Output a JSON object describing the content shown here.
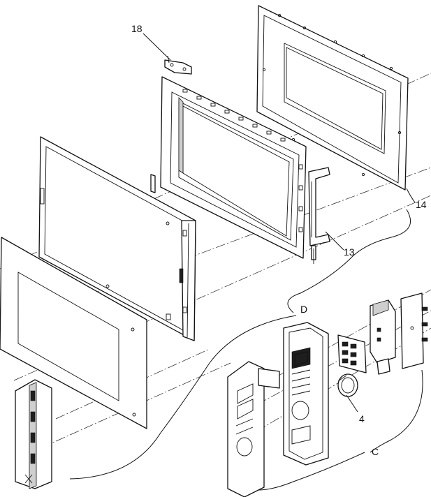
{
  "callouts": {
    "hinge": "18",
    "door_frame": "14",
    "latch_hook": "13",
    "detail_door": "D",
    "knob": "4",
    "detail_panel": "C"
  }
}
